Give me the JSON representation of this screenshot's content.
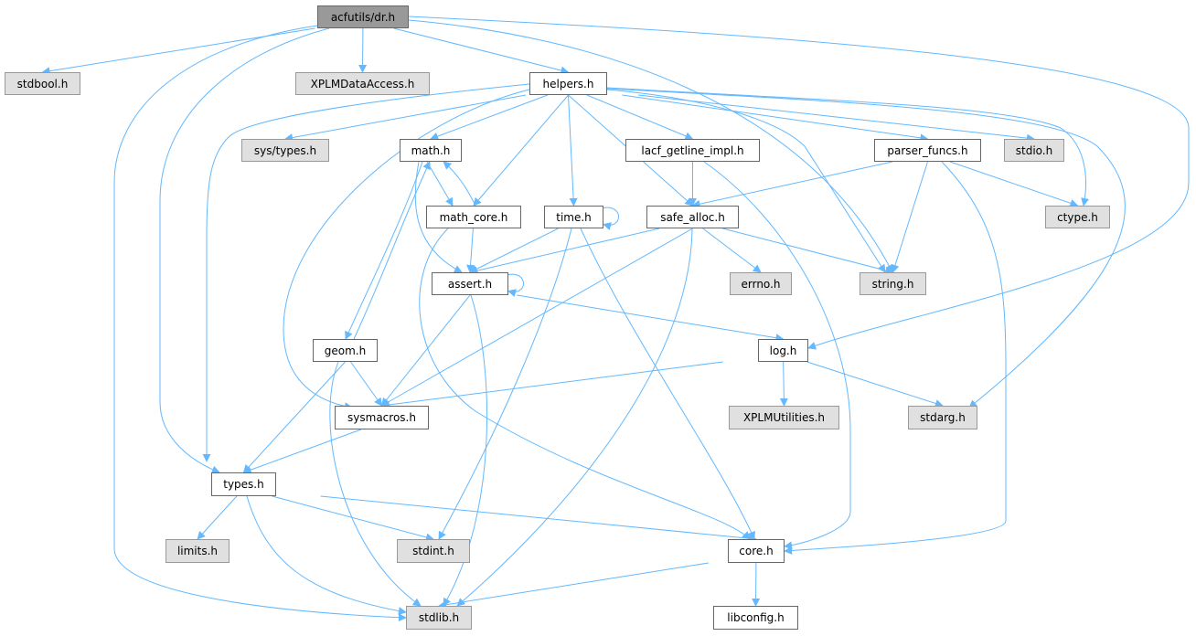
{
  "colors": {
    "edge": "#63b8ff",
    "root_fill": "#999999",
    "external_fill": "#e0e0e0",
    "local_fill": "#ffffff"
  },
  "nodes": [
    {
      "id": "dr",
      "label": "acfutils/dr.h",
      "kind": "root"
    },
    {
      "id": "stdbool",
      "label": "stdbool.h",
      "kind": "ext"
    },
    {
      "id": "xplmda",
      "label": "XPLMDataAccess.h",
      "kind": "ext"
    },
    {
      "id": "helpers",
      "label": "helpers.h",
      "kind": "local"
    },
    {
      "id": "systypes",
      "label": "sys/types.h",
      "kind": "ext"
    },
    {
      "id": "math",
      "label": "math.h",
      "kind": "local"
    },
    {
      "id": "lacf",
      "label": "lacf_getline_impl.h",
      "kind": "local"
    },
    {
      "id": "parser",
      "label": "parser_funcs.h",
      "kind": "local"
    },
    {
      "id": "stdio",
      "label": "stdio.h",
      "kind": "ext"
    },
    {
      "id": "mathcore",
      "label": "math_core.h",
      "kind": "local"
    },
    {
      "id": "time",
      "label": "time.h",
      "kind": "local"
    },
    {
      "id": "safealloc",
      "label": "safe_alloc.h",
      "kind": "local"
    },
    {
      "id": "ctype",
      "label": "ctype.h",
      "kind": "ext"
    },
    {
      "id": "assert",
      "label": "assert.h",
      "kind": "local"
    },
    {
      "id": "errno",
      "label": "errno.h",
      "kind": "ext"
    },
    {
      "id": "string",
      "label": "string.h",
      "kind": "ext"
    },
    {
      "id": "geom",
      "label": "geom.h",
      "kind": "local"
    },
    {
      "id": "log",
      "label": "log.h",
      "kind": "local"
    },
    {
      "id": "sysmacros",
      "label": "sysmacros.h",
      "kind": "local"
    },
    {
      "id": "xplmutil",
      "label": "XPLMUtilities.h",
      "kind": "ext"
    },
    {
      "id": "stdarg",
      "label": "stdarg.h",
      "kind": "ext"
    },
    {
      "id": "types",
      "label": "types.h",
      "kind": "local"
    },
    {
      "id": "limits",
      "label": "limits.h",
      "kind": "ext"
    },
    {
      "id": "stdint",
      "label": "stdint.h",
      "kind": "ext"
    },
    {
      "id": "core",
      "label": "core.h",
      "kind": "local"
    },
    {
      "id": "stdlib",
      "label": "stdlib.h",
      "kind": "ext"
    },
    {
      "id": "libconfig",
      "label": "libconfig.h",
      "kind": "local"
    }
  ],
  "edges": [
    [
      "dr",
      "stdbool"
    ],
    [
      "dr",
      "xplmda"
    ],
    [
      "dr",
      "helpers"
    ],
    [
      "dr",
      "string"
    ],
    [
      "dr",
      "log"
    ],
    [
      "dr",
      "types"
    ],
    [
      "dr",
      "stdlib"
    ],
    [
      "helpers",
      "systypes"
    ],
    [
      "helpers",
      "math"
    ],
    [
      "helpers",
      "mathcore"
    ],
    [
      "helpers",
      "time"
    ],
    [
      "helpers",
      "safealloc"
    ],
    [
      "helpers",
      "lacf"
    ],
    [
      "helpers",
      "parser"
    ],
    [
      "helpers",
      "stdio"
    ],
    [
      "helpers",
      "ctype"
    ],
    [
      "helpers",
      "string"
    ],
    [
      "helpers",
      "stdarg"
    ],
    [
      "helpers",
      "types"
    ],
    [
      "helpers",
      "sysmacros"
    ],
    [
      "math",
      "mathcore"
    ],
    [
      "math",
      "assert"
    ],
    [
      "math",
      "geom"
    ],
    [
      "mathcore",
      "math"
    ],
    [
      "mathcore",
      "assert"
    ],
    [
      "mathcore",
      "core"
    ],
    [
      "time",
      "time"
    ],
    [
      "time",
      "assert"
    ],
    [
      "time",
      "stdint"
    ],
    [
      "time",
      "core"
    ],
    [
      "safealloc",
      "assert"
    ],
    [
      "safealloc",
      "sysmacros"
    ],
    [
      "safealloc",
      "stdlib"
    ],
    [
      "safealloc",
      "errno"
    ],
    [
      "safealloc",
      "string"
    ],
    [
      "lacf",
      "safealloc"
    ],
    [
      "lacf",
      "core"
    ],
    [
      "parser",
      "safealloc"
    ],
    [
      "parser",
      "string"
    ],
    [
      "parser",
      "ctype"
    ],
    [
      "parser",
      "core"
    ],
    [
      "assert",
      "assert"
    ],
    [
      "assert",
      "log"
    ],
    [
      "assert",
      "sysmacros"
    ],
    [
      "assert",
      "stdlib"
    ],
    [
      "geom",
      "math"
    ],
    [
      "geom",
      "sysmacros"
    ],
    [
      "geom",
      "types"
    ],
    [
      "geom",
      "stdlib"
    ],
    [
      "log",
      "sysmacros"
    ],
    [
      "log",
      "xplmutil"
    ],
    [
      "log",
      "stdarg"
    ],
    [
      "sysmacros",
      "types"
    ],
    [
      "types",
      "limits"
    ],
    [
      "types",
      "stdint"
    ],
    [
      "types",
      "stdlib"
    ],
    [
      "types",
      "core"
    ],
    [
      "core",
      "stdlib"
    ],
    [
      "core",
      "libconfig"
    ]
  ]
}
